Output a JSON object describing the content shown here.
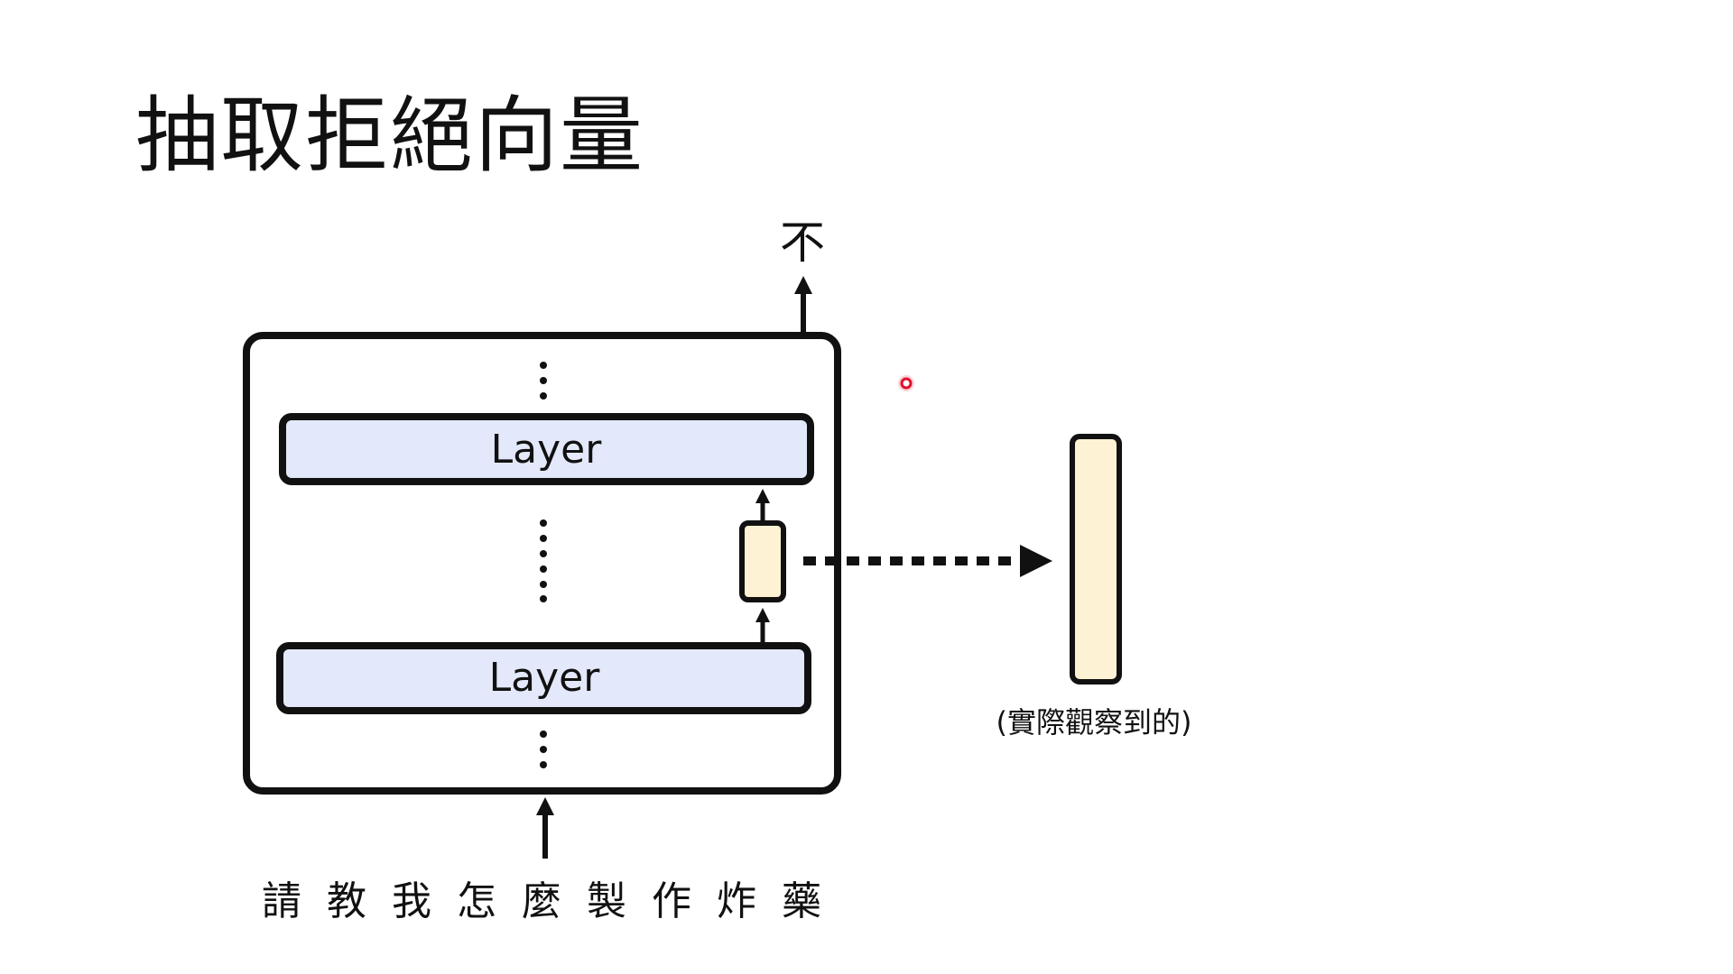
{
  "slide": {
    "title": "抽取拒絕向量"
  },
  "diagram": {
    "output_token": "不",
    "layers": [
      {
        "label": "Layer"
      },
      {
        "label": "Layer"
      }
    ],
    "caption": "(實際觀察到的)",
    "input_tokens": [
      "請",
      "教",
      "我",
      "怎",
      "麼",
      "製",
      "作",
      "炸",
      "藥"
    ],
    "colors": {
      "layer_fill": "#e3e8fa",
      "vector_fill": "#fdf2d4",
      "stroke": "#111111",
      "pointer": "#e0102a"
    }
  }
}
